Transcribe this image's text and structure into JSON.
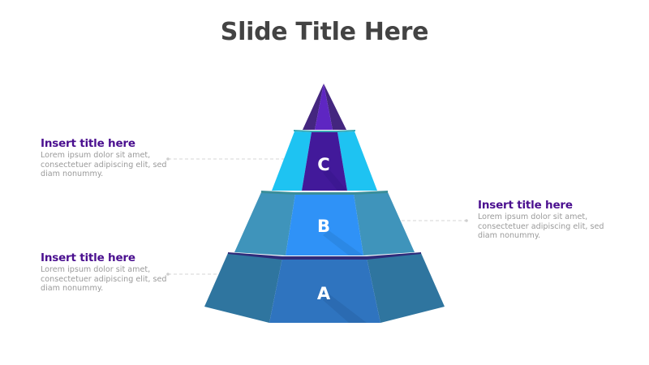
{
  "slide": {
    "title": "Slide Title Here"
  },
  "pyramid": {
    "levels": [
      {
        "label": "A",
        "front_color": "#2f74bf",
        "side_color": "#2f759f"
      },
      {
        "label": "B",
        "front_color": "#2f92f7",
        "side_color": "#3f94bb"
      },
      {
        "label": "C",
        "front_color": "#42199a",
        "side_color": "#1ec3f2"
      }
    ],
    "tip": {
      "front_color": "#5e26c2",
      "side_color": "#44267f"
    },
    "ledge_colors": {
      "a": "#2f2b7a",
      "b": "#3a8e9a",
      "c": "#39a9b5"
    }
  },
  "callouts": [
    {
      "id": "c",
      "title": "Insert title here",
      "lines": [
        "Lorem ipsum dolor sit amet,",
        "consectetuer adipiscing elit, sed",
        "diam nonummy."
      ]
    },
    {
      "id": "b",
      "title": "Insert title here",
      "lines": [
        "Lorem ipsum dolor sit amet,",
        "consectetuer adipiscing elit, sed",
        "diam nonummy."
      ]
    },
    {
      "id": "a",
      "title": "Insert title here",
      "lines": [
        "Lorem ipsum dolor sit amet,",
        "consectetuer adipiscing elit, sed",
        "diam nonummy."
      ]
    }
  ],
  "colors": {
    "title": "#434343",
    "callout_title": "#4a0f8f",
    "callout_body": "#9a9a9a",
    "connector": "#d6d6d6"
  }
}
